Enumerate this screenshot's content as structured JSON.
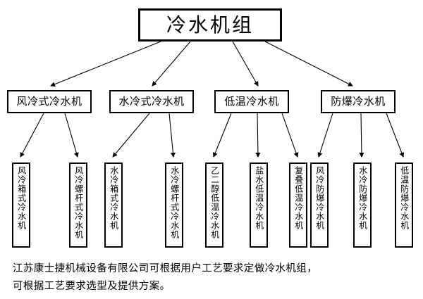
{
  "diagram": {
    "type": "org-tree",
    "title": "冷水机组",
    "root": {
      "label": "冷水机组"
    },
    "categories": [
      {
        "label": "风冷式冷水机"
      },
      {
        "label": "水冷式冷水机"
      },
      {
        "label": "低温冷水机"
      },
      {
        "label": "防爆冷水机"
      }
    ],
    "leaves": [
      {
        "label": "风冷箱式冷水机",
        "parent": 0
      },
      {
        "label": "风冷螺杆式冷水机",
        "parent": 0
      },
      {
        "label": "水冷箱式冷水机",
        "parent": 1
      },
      {
        "label": "水冷螺杆式冷水机",
        "parent": 1
      },
      {
        "label": "乙二醇低温冷水机",
        "parent": 2
      },
      {
        "label": "盐水低温冷水机",
        "parent": 2
      },
      {
        "label": "复叠低温冷水机",
        "parent": 2
      },
      {
        "label": "风冷防爆冷水机",
        "parent": 3
      },
      {
        "label": "水冷防爆冷水机",
        "parent": 3
      },
      {
        "label": "低温防爆冷水机",
        "parent": 3
      }
    ]
  },
  "footer": {
    "line1": "江苏康士捷机械设备有限公司可根据用户工艺要求定做冷水机组，",
    "line2": "可根据工艺要求选型及提供方案。"
  },
  "colors": {
    "background": "#ffffff",
    "stroke": "#000000",
    "text": "#000000"
  }
}
